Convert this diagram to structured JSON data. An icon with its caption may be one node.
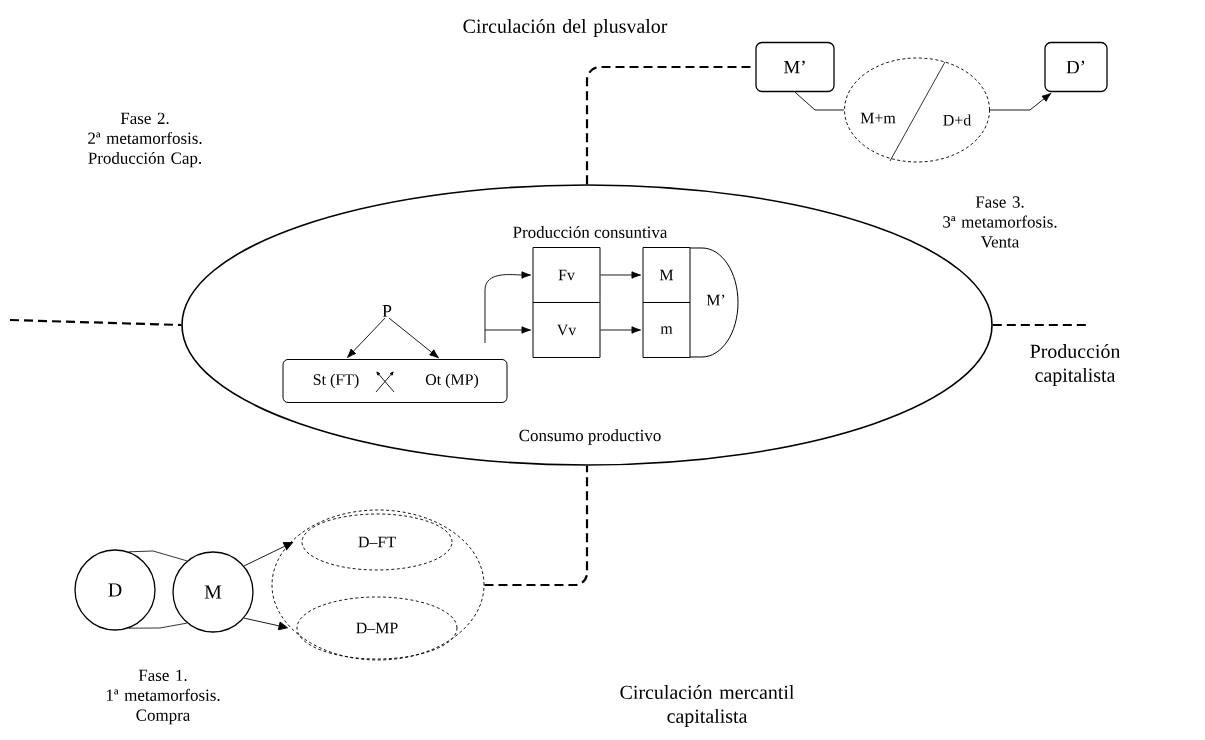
{
  "diagram": {
    "nodes": [
      {
        "text": [
          "Producción consuntiva",
          "Consumo productivo"
        ]
      },
      {
        "text": [
          "P"
        ],
        "in": 0
      },
      {
        "text": [
          "St (FT)",
          "Ot (MP)"
        ],
        "in": 0
      },
      {
        "text": [
          "Fv"
        ],
        "in": 0
      },
      {
        "text": [
          "Vv"
        ],
        "in": 0
      },
      {
        "text": [
          "M"
        ],
        "in": 0
      },
      {
        "text": [
          "m"
        ],
        "in": 0
      },
      {
        "text": [
          "M’"
        ],
        "in": 0
      },
      {
        "text": [
          "D"
        ]
      },
      {
        "text": [
          "M"
        ]
      },
      {
        "text": [],
        "shape": "ellipse"
      },
      {
        "text": [
          "D–FT"
        ],
        "in": 10
      },
      {
        "text": [
          "D–MP"
        ],
        "in": 10
      },
      {
        "text": [
          "M’"
        ]
      },
      {
        "text": [
          "M+m",
          "D+d"
        ]
      },
      {
        "text": [
          "D’"
        ]
      }
    ],
    "edges": [
      {
        "from": 1,
        "to": 2,
        "arrow": "to"
      },
      {
        "from": 1,
        "to": 2,
        "arrow": "to"
      },
      {
        "from": null,
        "to": 3,
        "arrow": "to"
      },
      {
        "from": null,
        "to": 4,
        "arrow": "to"
      },
      {
        "from": 3,
        "to": 5,
        "arrow": "to"
      },
      {
        "from": 4,
        "to": 6,
        "arrow": "to"
      },
      {
        "from": 9,
        "to": 11,
        "arrow": "to"
      },
      {
        "from": 9,
        "to": 12,
        "arrow": "to"
      },
      {
        "from": 13,
        "to": 14,
        "arrow": "none"
      },
      {
        "from": 14,
        "to": 15,
        "arrow": "to"
      },
      {
        "from": null,
        "to": 0,
        "arrow": "none",
        "style": "dashed"
      },
      {
        "from": 0,
        "to": null,
        "arrow": "none",
        "style": "dashed"
      },
      {
        "from": 0,
        "to": 13,
        "arrow": "none",
        "style": "dashed"
      },
      {
        "from": 10,
        "to": 0,
        "arrow": "none",
        "style": "dashed"
      },
      {
        "from": 8,
        "to": 9,
        "arrow": "none"
      },
      {
        "from": 8,
        "to": 9,
        "arrow": "none"
      }
    ],
    "labels": [
      "Circulación del plusvalor",
      "Fase 2. 2ª metamorfosis. Producción Cap.",
      "Fase 3. 3ª metamorfosis. Venta",
      "Producción capitalista",
      "Fase 1. 1ª metamorfosis. Compra",
      "Circulación mercantil capitalista"
    ]
  }
}
